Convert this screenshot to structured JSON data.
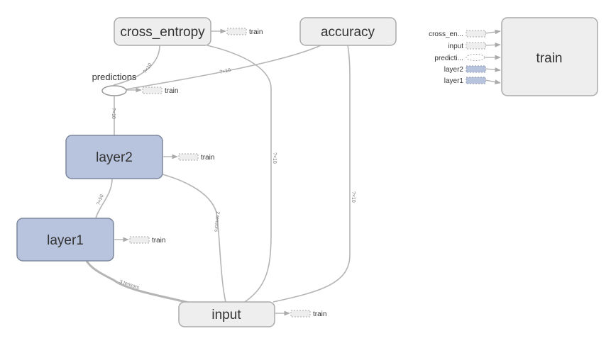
{
  "nodes": {
    "cross_entropy": "cross_entropy",
    "accuracy": "accuracy",
    "predictions": "predictions",
    "layer2": "layer2",
    "layer1": "layer1",
    "input": "input",
    "train": "train"
  },
  "control_dep_label": "train",
  "edge_labels": {
    "pred_to_cross": "?×10",
    "pred_to_acc": "?×10",
    "layer2_to_pred": "?×10",
    "layer1_to_layer2": "?×50",
    "input_to_layer2": "2 tensors",
    "input_to_layer1": "3 tensors",
    "input_to_cross": "?×10",
    "input_to_acc": "?×10"
  },
  "train_inputs": [
    {
      "label": "cross_en...",
      "style": "gray"
    },
    {
      "label": "input",
      "style": "gray"
    },
    {
      "label": "predicti...",
      "style": "ellipse"
    },
    {
      "label": "layer2",
      "style": "blue"
    },
    {
      "label": "layer1",
      "style": "blue"
    }
  ],
  "colors": {
    "namespace_fill": "#eeeeee",
    "namespace_stroke": "#aaaaaa",
    "layer_fill": "#b8c4de",
    "layer_stroke": "#7d879c",
    "edge": "#b5b5b5"
  }
}
